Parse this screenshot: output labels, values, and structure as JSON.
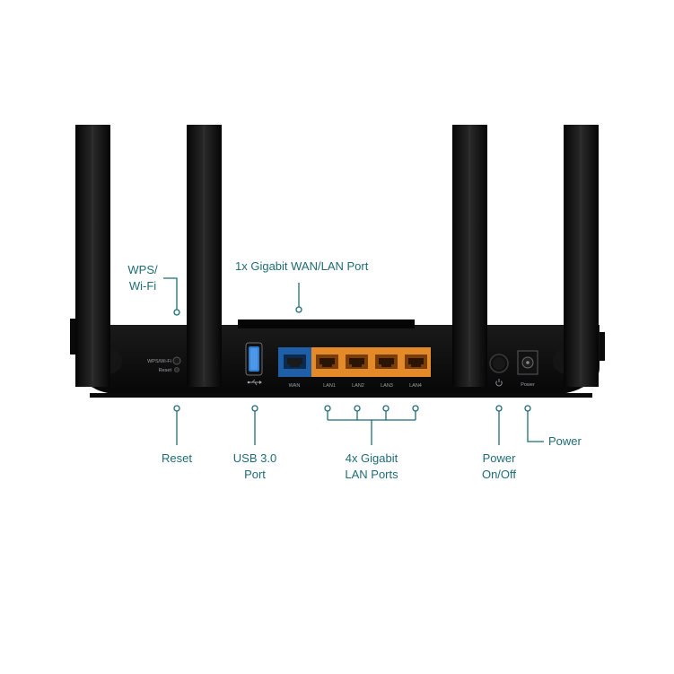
{
  "accent_color": "#1f6c74",
  "router_color": "#0c0c0c",
  "wan_port_color": "#1f5fa8",
  "lan_port_color": "#e48a28",
  "callouts": {
    "wps_wifi": {
      "line1": "WPS/",
      "line2": "Wi-Fi"
    },
    "wan_lan_port": "1x Gigabit WAN/LAN Port",
    "reset": "Reset",
    "usb": {
      "line1": "USB 3.0",
      "line2": "Port"
    },
    "lan_ports": {
      "line1": "4x Gigabit",
      "line2": "LAN Ports"
    },
    "power_onoff": {
      "line1": "Power",
      "line2": "On/Off"
    },
    "power": "Power"
  },
  "panel_labels": {
    "wps_wifi": "WPS/Wi-Fi",
    "reset": "Reset",
    "wan": "WAN",
    "lan1": "LAN1",
    "lan2": "LAN2",
    "lan3": "LAN3",
    "lan4": "LAN4",
    "power": "Power"
  },
  "icons": [
    "usb-icon",
    "power-icon"
  ]
}
